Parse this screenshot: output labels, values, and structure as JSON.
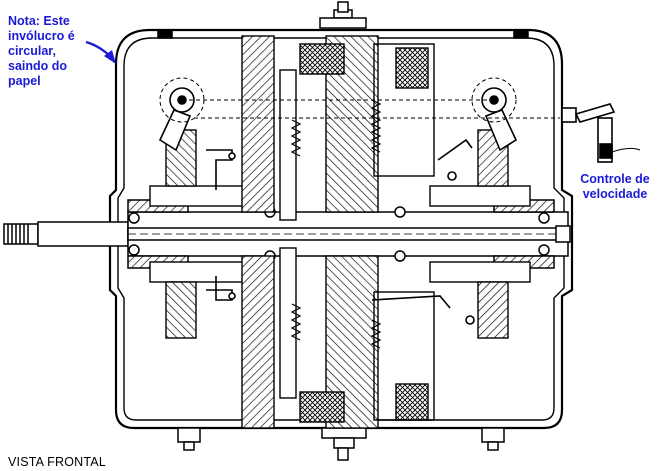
{
  "colors": {
    "annotation": "#1a1ad8",
    "ink": "#000000",
    "paper": "#ffffff"
  },
  "annotations": {
    "note_lines": [
      "Nota: Este",
      "invólucro é",
      "circular,",
      "saindo do",
      "papel"
    ],
    "speed_control_lines": [
      "Controle de",
      "velocidade"
    ],
    "view_label": "VISTA FRONTAL"
  }
}
